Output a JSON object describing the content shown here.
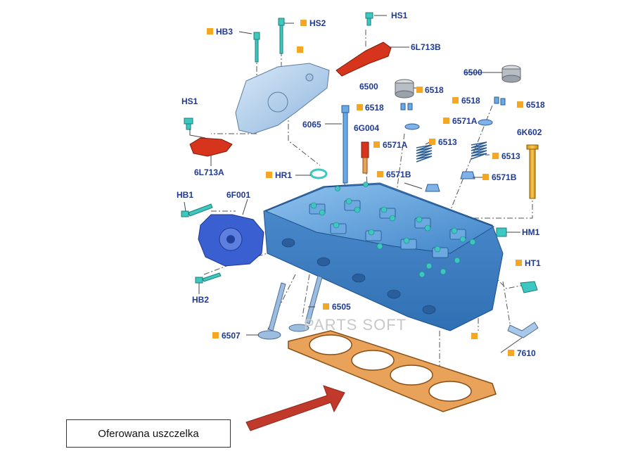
{
  "labels": {
    "hb3": "HB3",
    "hs2": "HS2",
    "hs1_top": "HS1",
    "l6l713b": "6L713B",
    "l6500_a": "6500",
    "l6500_b": "6500",
    "l6518_a": "6518",
    "l6518_b": "6518",
    "l6518_c": "6518",
    "l6518_d": "6518",
    "hs1_left": "HS1",
    "l6065": "6065",
    "l6g004": "6G004",
    "l6571a_a": "6571A",
    "l6571a_b": "6571A",
    "l6513_a": "6513",
    "l6513_b": "6513",
    "l6k602": "6K602",
    "l6l713a": "6L713A",
    "hr1": "HR1",
    "l6571b_a": "6571B",
    "l6571b_b": "6571B",
    "hb1": "HB1",
    "l6f001": "6F001",
    "hm1": "HM1",
    "ht1": "HT1",
    "hb2": "HB2",
    "l6505": "6505",
    "l6507": "6507",
    "l7610": "7610"
  },
  "watermark": "PARTS SOFT",
  "callout": "Oferowana uszczelka",
  "colors": {
    "label": "#1f3a93",
    "marker": "#f5a623",
    "head": "#5b9bd5",
    "bolt": "#3ec6c0",
    "sensor": "#d6341c",
    "gasket": "#e8a25a",
    "arrow": "#c0392b",
    "pump": "#3a5fd0"
  }
}
